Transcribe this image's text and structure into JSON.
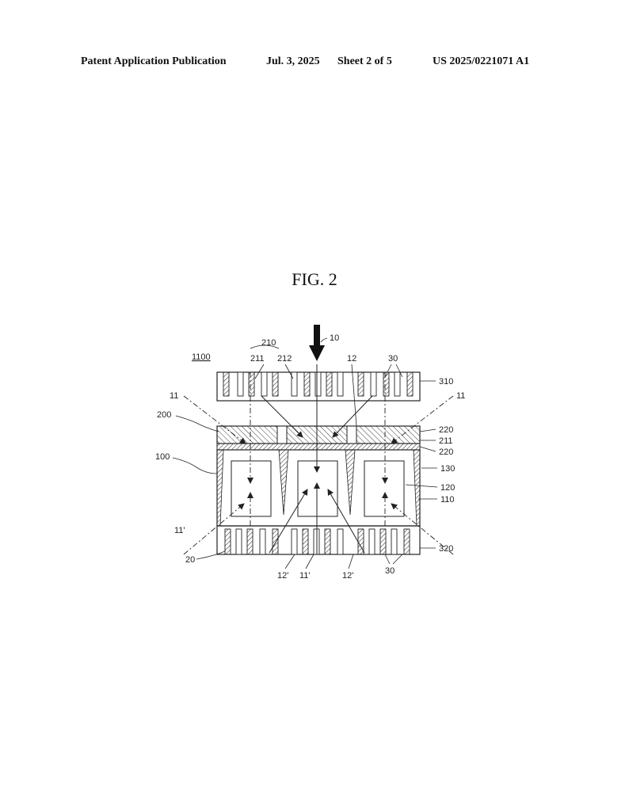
{
  "header": {
    "publication": "Patent Application Publication",
    "date": "Jul. 3, 2025",
    "sheet": "Sheet 2 of 5",
    "number": "US 2025/0221071 A1"
  },
  "figure": {
    "title": "FIG. 2",
    "labels": {
      "device": "1100",
      "l210": "210",
      "l211_top": "211",
      "l212": "212",
      "l10": "10",
      "l12": "12",
      "l30_top": "30",
      "l310": "310",
      "l11_left": "11",
      "l11_right": "11",
      "l200": "200",
      "l220_a": "220",
      "l211_right": "211",
      "l220_b": "220",
      "l100": "100",
      "l130": "130",
      "l120": "120",
      "l110": "110",
      "l11p_left": "11'",
      "l320": "320",
      "l20": "20",
      "l12p_a": "12'",
      "l11p_bottom": "11'",
      "l12p_b": "12'",
      "l30_bottom": "30"
    }
  },
  "colors": {
    "ink": "#222222",
    "paper": "#ffffff"
  }
}
